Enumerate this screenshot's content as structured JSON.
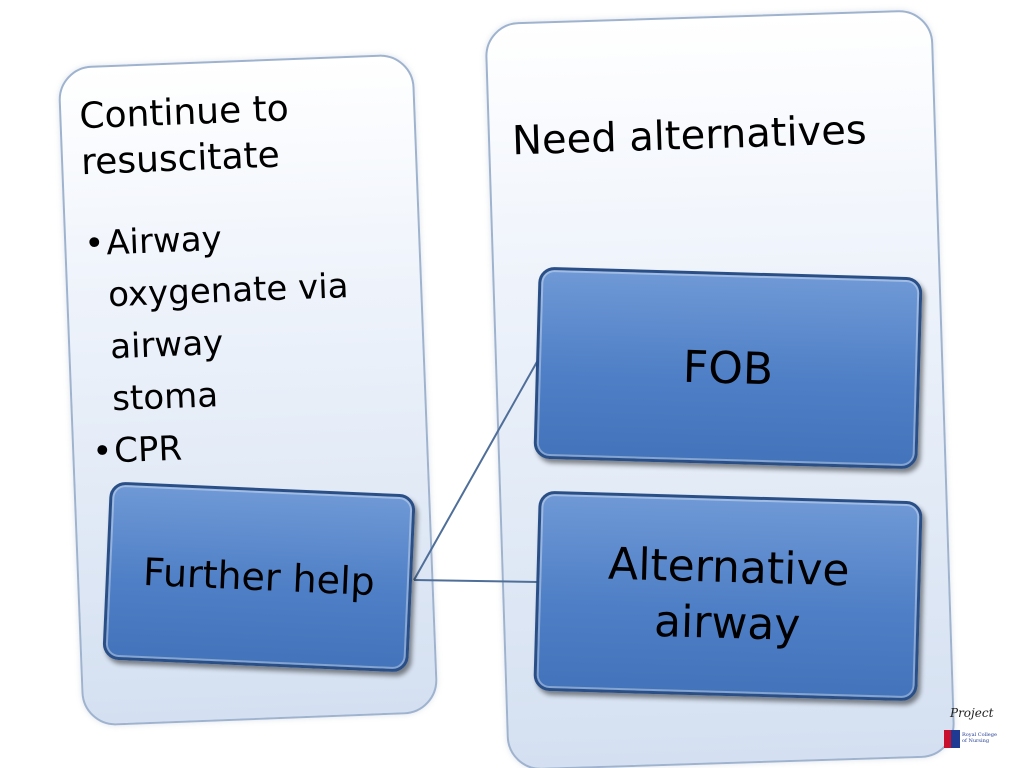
{
  "left_panel": {
    "heading_line1": "Continue to",
    "heading_line2": "resuscitate",
    "bullets": [
      {
        "bullet": "•",
        "lines": [
          "Airway",
          "oxygenate via",
          "airway",
          "stoma"
        ]
      },
      {
        "bullet": "•",
        "lines": [
          "CPR"
        ]
      }
    ],
    "box_label": "Further help"
  },
  "right_panel": {
    "heading": "Need alternatives",
    "box_top_label": "FOB",
    "box_bottom_line1": "Alternative",
    "box_bottom_line2": "airway"
  },
  "footer": {
    "project_text": "Project",
    "org_line1": "Royal College",
    "org_line2": "of Nursing"
  },
  "colors": {
    "box_fill": "#5585cc",
    "box_border": "#2a4f86",
    "panel_border": "#9fb3cf",
    "connector": "#4f6f99"
  }
}
